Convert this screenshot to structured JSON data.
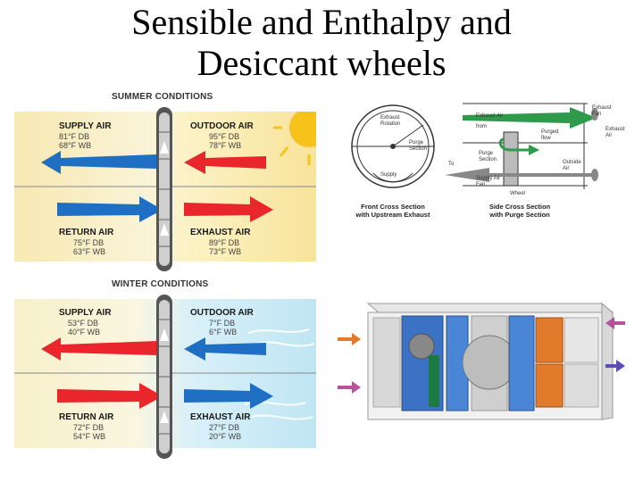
{
  "title": {
    "line1": "Sensible and Enthalpy and",
    "line2": "Desiccant wheels"
  },
  "summer": {
    "heading": "SUMMER CONDITIONS",
    "supply": {
      "label": "SUPPLY AIR",
      "db": "81°F DB",
      "wb": "68°F WB"
    },
    "outdoor": {
      "label": "OUTDOOR AIR",
      "db": "95°F DB",
      "wb": "78°F WB"
    },
    "return": {
      "label": "RETURN AIR",
      "db": "75°F DB",
      "wb": "63°F WB"
    },
    "exhaust": {
      "label": "EXHAUST AIR",
      "db": "89°F DB",
      "wb": "73°F WB"
    }
  },
  "winter": {
    "heading": "WINTER CONDITIONS",
    "supply": {
      "label": "SUPPLY AIR",
      "db": "53°F DB",
      "wb": "40°F WB"
    },
    "outdoor": {
      "label": "OUTDOOR AIR",
      "db": "7°F DB",
      "wb": "6°F WB"
    },
    "return": {
      "label": "RETURN AIR",
      "db": "72°F DB",
      "wb": "54°F WB"
    },
    "exhaust": {
      "label": "EXHAUST AIR",
      "db": "27°F DB",
      "wb": "20°F WB"
    }
  },
  "cross_section": {
    "front_caption_1": "Front Cross Section",
    "front_caption_2": "with Upstream Exhaust",
    "side_caption_1": "Side Cross Section",
    "side_caption_2": "with Purge Section",
    "exhaust_rotation": "Exhaust",
    "exhaust_rotation_2": "Rotation",
    "purge_section": "Purge",
    "purge_section_2": "Section",
    "supply": "Supply",
    "exhaust_air": "Exhaust Air",
    "from": "from",
    "purged_flow_1": "Purged",
    "purged_flow_2": "flow",
    "purge_section_side_1": "Purge",
    "purge_section_side_2": "Section",
    "to": "To",
    "supply_air_1": "Supply Air",
    "supply_air_2": "Fan",
    "wheel": "Wheel",
    "exhaust_fan_1": "Exhaust",
    "exhaust_fan_2": "Fan",
    "exhaust_air_right_1": "Exhaust",
    "exhaust_air_right_2": "Air",
    "outside_air_1": "Outside",
    "outside_air_2": "Air"
  },
  "colors": {
    "summer_bg": "#fbefb6",
    "winter_bg": "#d2eef7",
    "warm_arrow": "#e8262c",
    "cool_arrow": "#1f6fc4"
  }
}
